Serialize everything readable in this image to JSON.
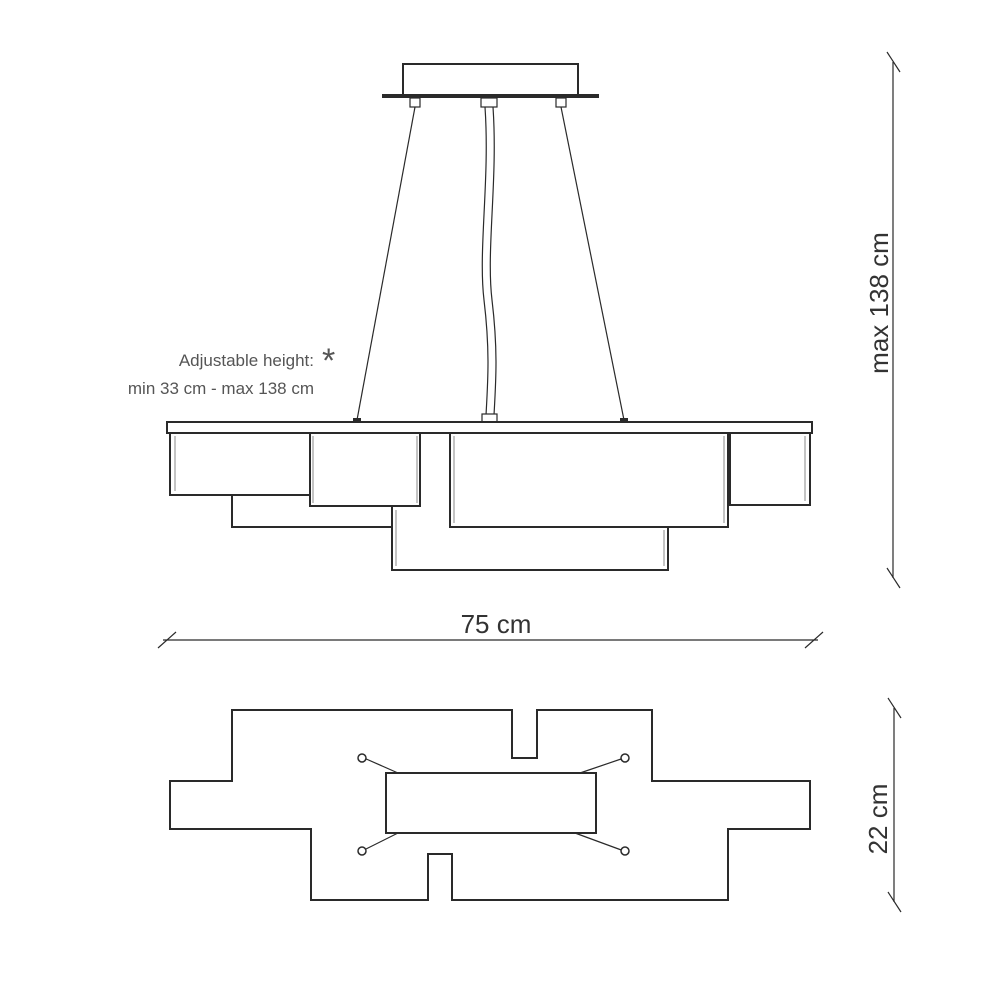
{
  "annotations": {
    "adjustable_line1": "Adjustable height:",
    "adjustable_line2": "min 33 cm - max 138 cm",
    "asterisk": "*"
  },
  "dimensions": {
    "max_height": "max 138 cm",
    "width": "75 cm",
    "depth": "22 cm"
  },
  "colors": {
    "line": "#2a2a2a",
    "text": "#333333",
    "note": "#555555"
  }
}
